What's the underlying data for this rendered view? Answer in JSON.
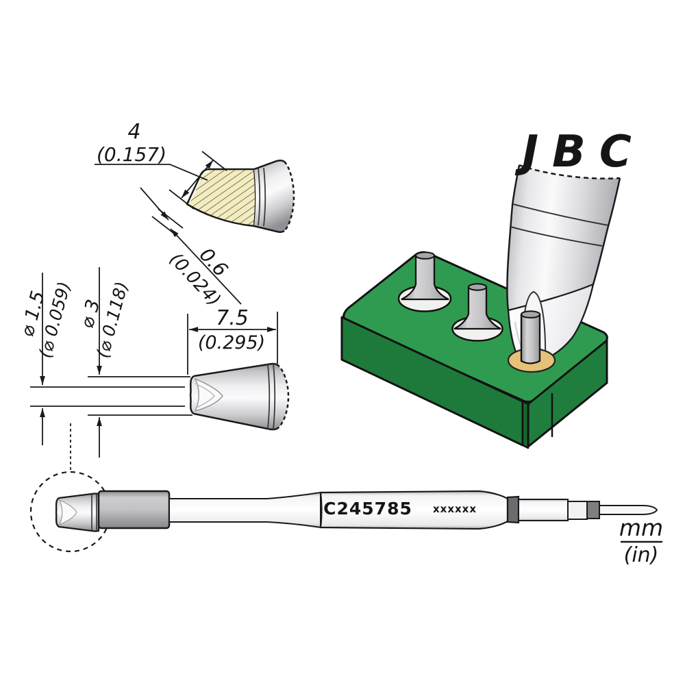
{
  "figure": {
    "description": "JBC soldering cartridge tip technical drawing with dimensions, PCB soldering illustration and full cartridge profile"
  },
  "brand": {
    "name": "JBC",
    "color": "#d12222"
  },
  "part": {
    "number": "C245785",
    "marking": "xxxxxx"
  },
  "dimensions": {
    "blade_length_mm": "4",
    "blade_length_in": "(0.157)",
    "tip_thickness_mm": "0.6",
    "tip_thickness_in": "(0.024)",
    "inner_dia_mm": "⌀ 1.5",
    "inner_dia_in": "(⌀ 0.059)",
    "outer_dia_mm": "⌀ 3",
    "outer_dia_in": "(⌀ 0.118)",
    "tip_length_mm": "7.5",
    "tip_length_in": "(0.295)"
  },
  "legend": {
    "mm": "mm",
    "in": "(in)"
  },
  "colors": {
    "brand_red": "#d12222",
    "pcb_green_top": "#2f9b50",
    "pcb_green_side": "#1f7b3b",
    "hatch_fill": "#f3ecc0",
    "solder_pad_gold": "#e5c278",
    "outline": "#1a1a1a"
  }
}
